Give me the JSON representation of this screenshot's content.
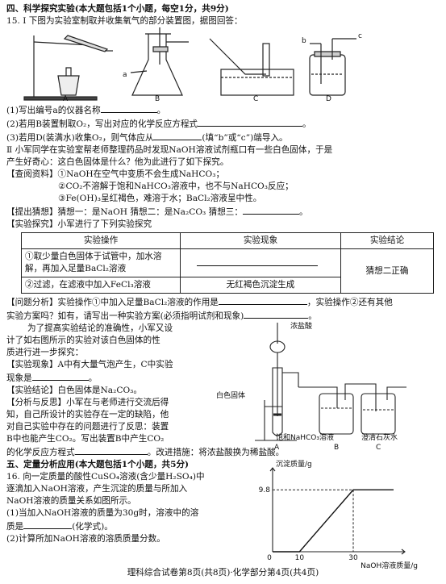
{
  "section4": {
    "heading": "四、科学探究实验(本大题包括1个小题，每空1分，共9分)"
  },
  "q15": {
    "line1": "15. Ⅰ 下图为实验室制取并收集氧气的部分装置图，据图回答：",
    "fig_labels": [
      "a",
      "A",
      "B",
      "C",
      "D",
      "b",
      "c"
    ],
    "sub1": "(1)写出编号a的仪器名称",
    "sub2": "(2)若用B装置制取O₂，写出对应的化学反应方程式",
    "sub3a": "(3)若用D(装满水)收集O₂，则气体应从",
    "sub3b": "(填“b”或“c”)端导入。",
    "part2_1": "Ⅱ 小军同学在实验室帮老师整理药品时发现NaOH溶液试剂瓶口有一些白色固体，于是",
    "part2_2": "产生好奇心：这白色固体是什么？他为此进行了如下探究。",
    "info_label": "【查阅资料】①NaOH在空气中变质不会生成NaHCO₃；",
    "info2": "②CO₂不溶解于饱和NaHCO₃溶液中，也不与NaHCO₃反应；",
    "info3": "③Fe(OH)₃呈红褐色，难溶于水；BaCl₂溶液呈中性。",
    "guess": "【提出猜想】猜想一：是NaOH        猜想二：是Na₂CO₃        猜想三：",
    "explore": "【实验探究】小军进行了下列实验探究",
    "table": {
      "headers": [
        "实验操作",
        "实验现象",
        "实验结论"
      ],
      "row1_op": "①取少量白色固体于试管中，加水溶解，再加入足量BaCl₂溶液",
      "row2_op": "②过滤，在滤液中加入FeCl₃溶液",
      "row2_phen": "无红褐色沉淀生成",
      "conclusion": "猜想二正确"
    },
    "analysis1": "【问题分析】实验操作①中加入足量BaCl₂溶液的作用是",
    "analysis1b": "，实验操作②还有其他",
    "analysis2": "实验方案吗？如有，请写出一种实验方案(必须指明试剂和现象)",
    "improve1": "为了提高实验结论的准确性，小军又设",
    "improve2": "计了如右图所示的实验对该白色固体的性",
    "improve3": "质进行进一步探究：",
    "phen1": "【实验现象】A中有大量气泡产生，C中实验",
    "phen2": "现象是",
    "concl": "【实验结论】白色固体是Na₂CO₃。",
    "reflect1": "【分析与反思】小军在与老师进行交流后得",
    "reflect2": "知，自己所设计的实验存在一定的缺陷，他",
    "reflect3": "对自己实验中存在的问题进行了反思：装置",
    "reflect4": "B中也能产生CO₂。写出装置B中产生CO₂",
    "reflect5": "的化学反应方程式",
    "reflect5b": "。改进措施：将浓盐酸换为稀盐酸。",
    "fig2_labels": {
      "acid": "浓盐酸",
      "solid": "白色固体",
      "bottle_b": "饱和NaHCO₃溶液",
      "bottle_c": "澄清石灰水",
      "A": "A",
      "B": "B",
      "C": "C"
    }
  },
  "section5": {
    "heading": "五、定量分析应用(本大题包括1个小题，共5分)"
  },
  "q16": {
    "l1": "16. 向一定质量的酸性CuSO₄溶液(含少量H₂SO₄)中",
    "l2": "逐滴加入NaOH溶液，产生沉淀的质量与所加入",
    "l3": "NaOH溶液的质量关系如图所示。",
    "l4": "(1)当加入NaOH溶液的质量为30g时，溶液中的溶",
    "l5a": "质是",
    "l5b": "(化学式)。",
    "l6": "(2)计算所加NaOH溶液的溶质质量分数。"
  },
  "chart_data": {
    "type": "line",
    "ylabel": "沉淀质量/g",
    "xlabel": "NaOH溶液质量/g",
    "x": [
      0,
      10,
      30,
      45
    ],
    "y": [
      0,
      0,
      9.8,
      9.8
    ],
    "xticks": [
      "0",
      "10",
      "30"
    ],
    "yticks": [
      "9.8"
    ],
    "xlim": [
      0,
      45
    ],
    "ylim": [
      0,
      12
    ]
  },
  "footer": "理科综合试卷第8页(共8页)·化学部分第4页(共4页)"
}
